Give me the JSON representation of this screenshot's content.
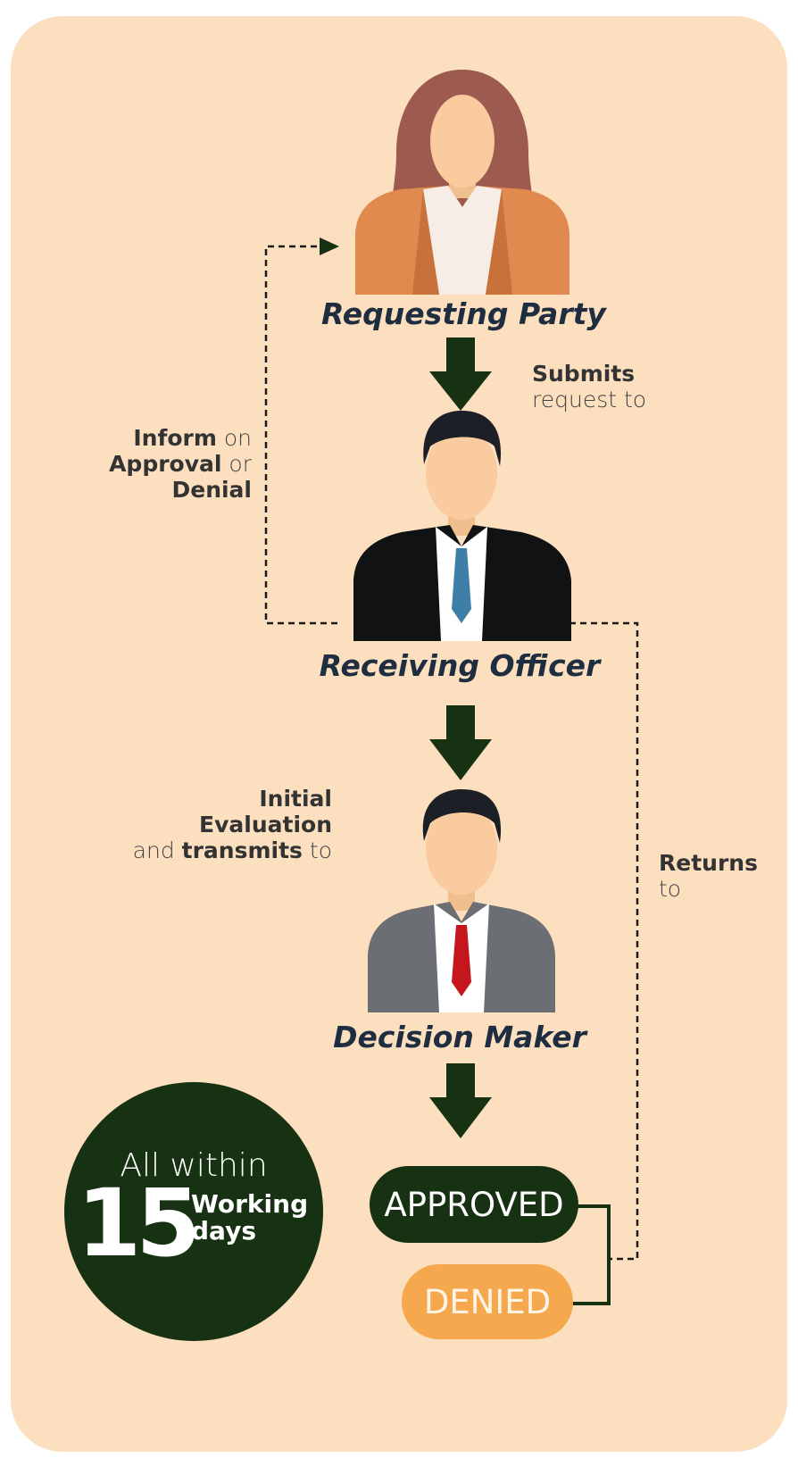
{
  "roles": {
    "requesting_party": "Requesting Party",
    "receiving_officer": "Receiving Officer",
    "decision_maker": "Decision Maker"
  },
  "labels": {
    "submits_bold": "Submits",
    "submits_light": "request to",
    "inform_bold": "Inform",
    "inform_light": "on",
    "approval_bold": "Approval",
    "approval_light": "or",
    "denial_bold": "Denial",
    "initial_bold": "Initial",
    "evaluation_bold": "Evaluation",
    "and_light": "and",
    "transmits_bold": "transmits",
    "to_light": "to",
    "returns_bold": "Returns",
    "returns_light": "to"
  },
  "outcomes": {
    "approved": "APPROVED",
    "denied": "DENIED"
  },
  "badge": {
    "line1": "All within",
    "number": "15",
    "working": "Working",
    "days": "days"
  },
  "colors": {
    "background": "#fbdfbf",
    "dark_green": "#163212",
    "orange": "#f6a84e",
    "text": "#1f2d40"
  }
}
